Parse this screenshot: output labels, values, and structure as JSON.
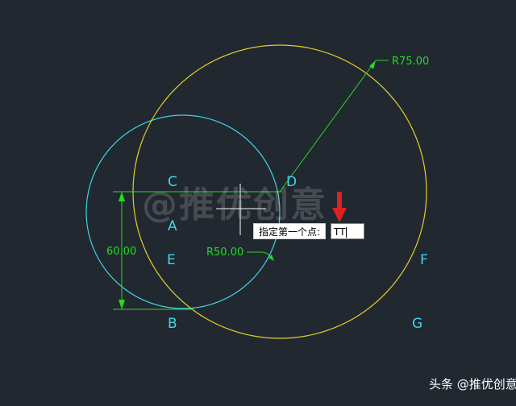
{
  "drawing": {
    "colors": {
      "background": "#212830",
      "cyan": "#3fd6e6",
      "yellow": "#e3cf2a",
      "green": "#22dd22",
      "cursor": "#ffffff",
      "arrow": "#e02020"
    },
    "point_labels": {
      "C": "C",
      "D": "D",
      "A": "A",
      "E": "E",
      "B": "B",
      "F": "F",
      "G": "G"
    },
    "dimensions": {
      "large_radius": "R75.00",
      "small_radius": "R50.00",
      "vertical": "60.00"
    }
  },
  "command": {
    "prompt": "指定第一个点:",
    "input_value": "TT"
  },
  "watermark": "@推优创意",
  "footer": "头条 @推优创意"
}
